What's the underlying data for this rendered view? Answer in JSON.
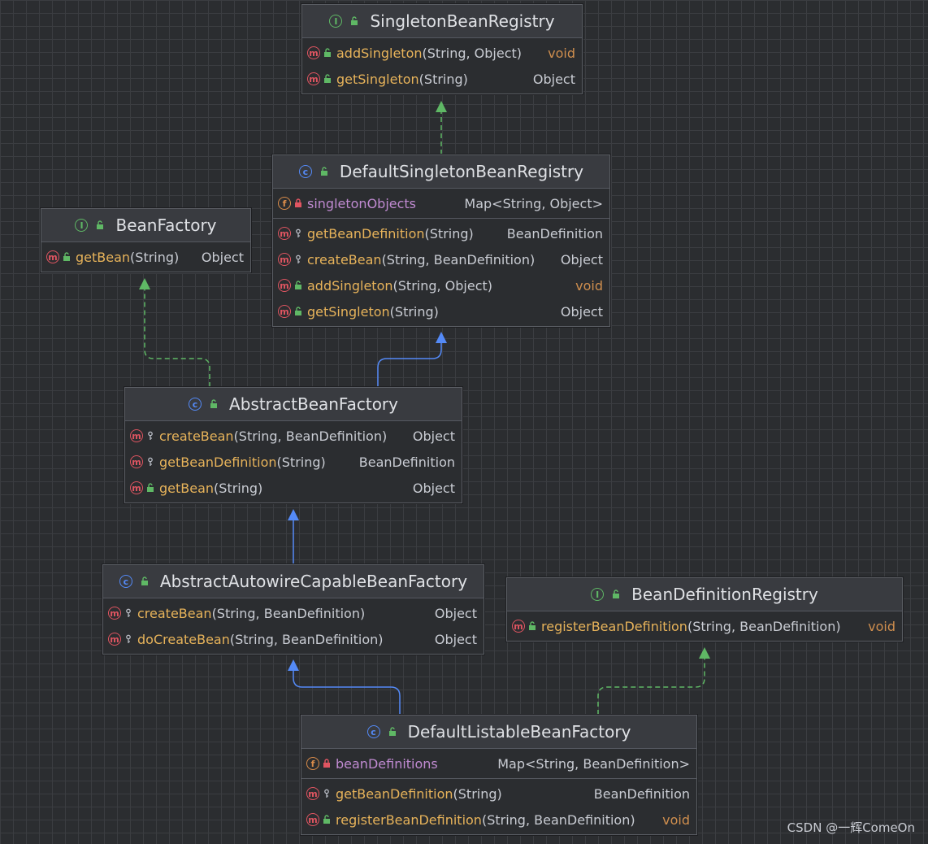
{
  "watermark": "CSDN @一辉ComeOn",
  "colors": {
    "background": "#2b2d30",
    "method_name": "#e7b35a",
    "field_name": "#c08ad1",
    "keyword": "#cf8e4e",
    "realization_edge": "#5fb865",
    "generalization_edge": "#548af7"
  },
  "nodes": {
    "singleton_bean_registry": {
      "kind": "interface",
      "title": "SingletonBeanRegistry",
      "methods": [
        {
          "name": "addSingleton",
          "params": "(String, Object)",
          "type": "void",
          "visibility": "public"
        },
        {
          "name": "getSingleton",
          "params": "(String)",
          "type": "Object",
          "visibility": "public"
        }
      ]
    },
    "default_singleton_bean_registry": {
      "kind": "class",
      "title": "DefaultSingletonBeanRegistry",
      "fields": [
        {
          "name": "singletonObjects",
          "type": "Map<String, Object>",
          "visibility": "private"
        }
      ],
      "methods": [
        {
          "name": "getBeanDefinition",
          "params": "(String)",
          "type": "BeanDefinition",
          "visibility": "protected"
        },
        {
          "name": "createBean",
          "params": "(String, BeanDefinition)",
          "type": "Object",
          "visibility": "protected"
        },
        {
          "name": "addSingleton",
          "params": "(String, Object)",
          "type": "void",
          "visibility": "public"
        },
        {
          "name": "getSingleton",
          "params": "(String)",
          "type": "Object",
          "visibility": "public"
        }
      ]
    },
    "bean_factory": {
      "kind": "interface",
      "title": "BeanFactory",
      "methods": [
        {
          "name": "getBean",
          "params": "(String)",
          "type": "Object",
          "visibility": "public"
        }
      ]
    },
    "abstract_bean_factory": {
      "kind": "class",
      "title": "AbstractBeanFactory",
      "methods": [
        {
          "name": "createBean",
          "params": "(String, BeanDefinition)",
          "type": "Object",
          "visibility": "protected"
        },
        {
          "name": "getBeanDefinition",
          "params": "(String)",
          "type": "BeanDefinition",
          "visibility": "protected"
        },
        {
          "name": "getBean",
          "params": "(String)",
          "type": "Object",
          "visibility": "public"
        }
      ]
    },
    "abstract_autowire_capable_bean_factory": {
      "kind": "class",
      "title": "AbstractAutowireCapableBeanFactory",
      "methods": [
        {
          "name": "createBean",
          "params": "(String, BeanDefinition)",
          "type": "Object",
          "visibility": "protected"
        },
        {
          "name": "doCreateBean",
          "params": "(String, BeanDefinition)",
          "type": "Object",
          "visibility": "protected"
        }
      ]
    },
    "bean_definition_registry": {
      "kind": "interface",
      "title": "BeanDefinitionRegistry",
      "methods": [
        {
          "name": "registerBeanDefinition",
          "params": "(String, BeanDefinition)",
          "type": "void",
          "visibility": "public"
        }
      ]
    },
    "default_listable_bean_factory": {
      "kind": "class",
      "title": "DefaultListableBeanFactory",
      "fields": [
        {
          "name": "beanDefinitions",
          "params": "",
          "type": "Map<String, BeanDefinition>",
          "visibility": "private"
        }
      ],
      "methods": [
        {
          "name": "getBeanDefinition",
          "params": "(String)",
          "type": "BeanDefinition",
          "visibility": "protected"
        },
        {
          "name": "registerBeanDefinition",
          "params": "(String, BeanDefinition)",
          "type": "void",
          "visibility": "public"
        }
      ]
    }
  }
}
